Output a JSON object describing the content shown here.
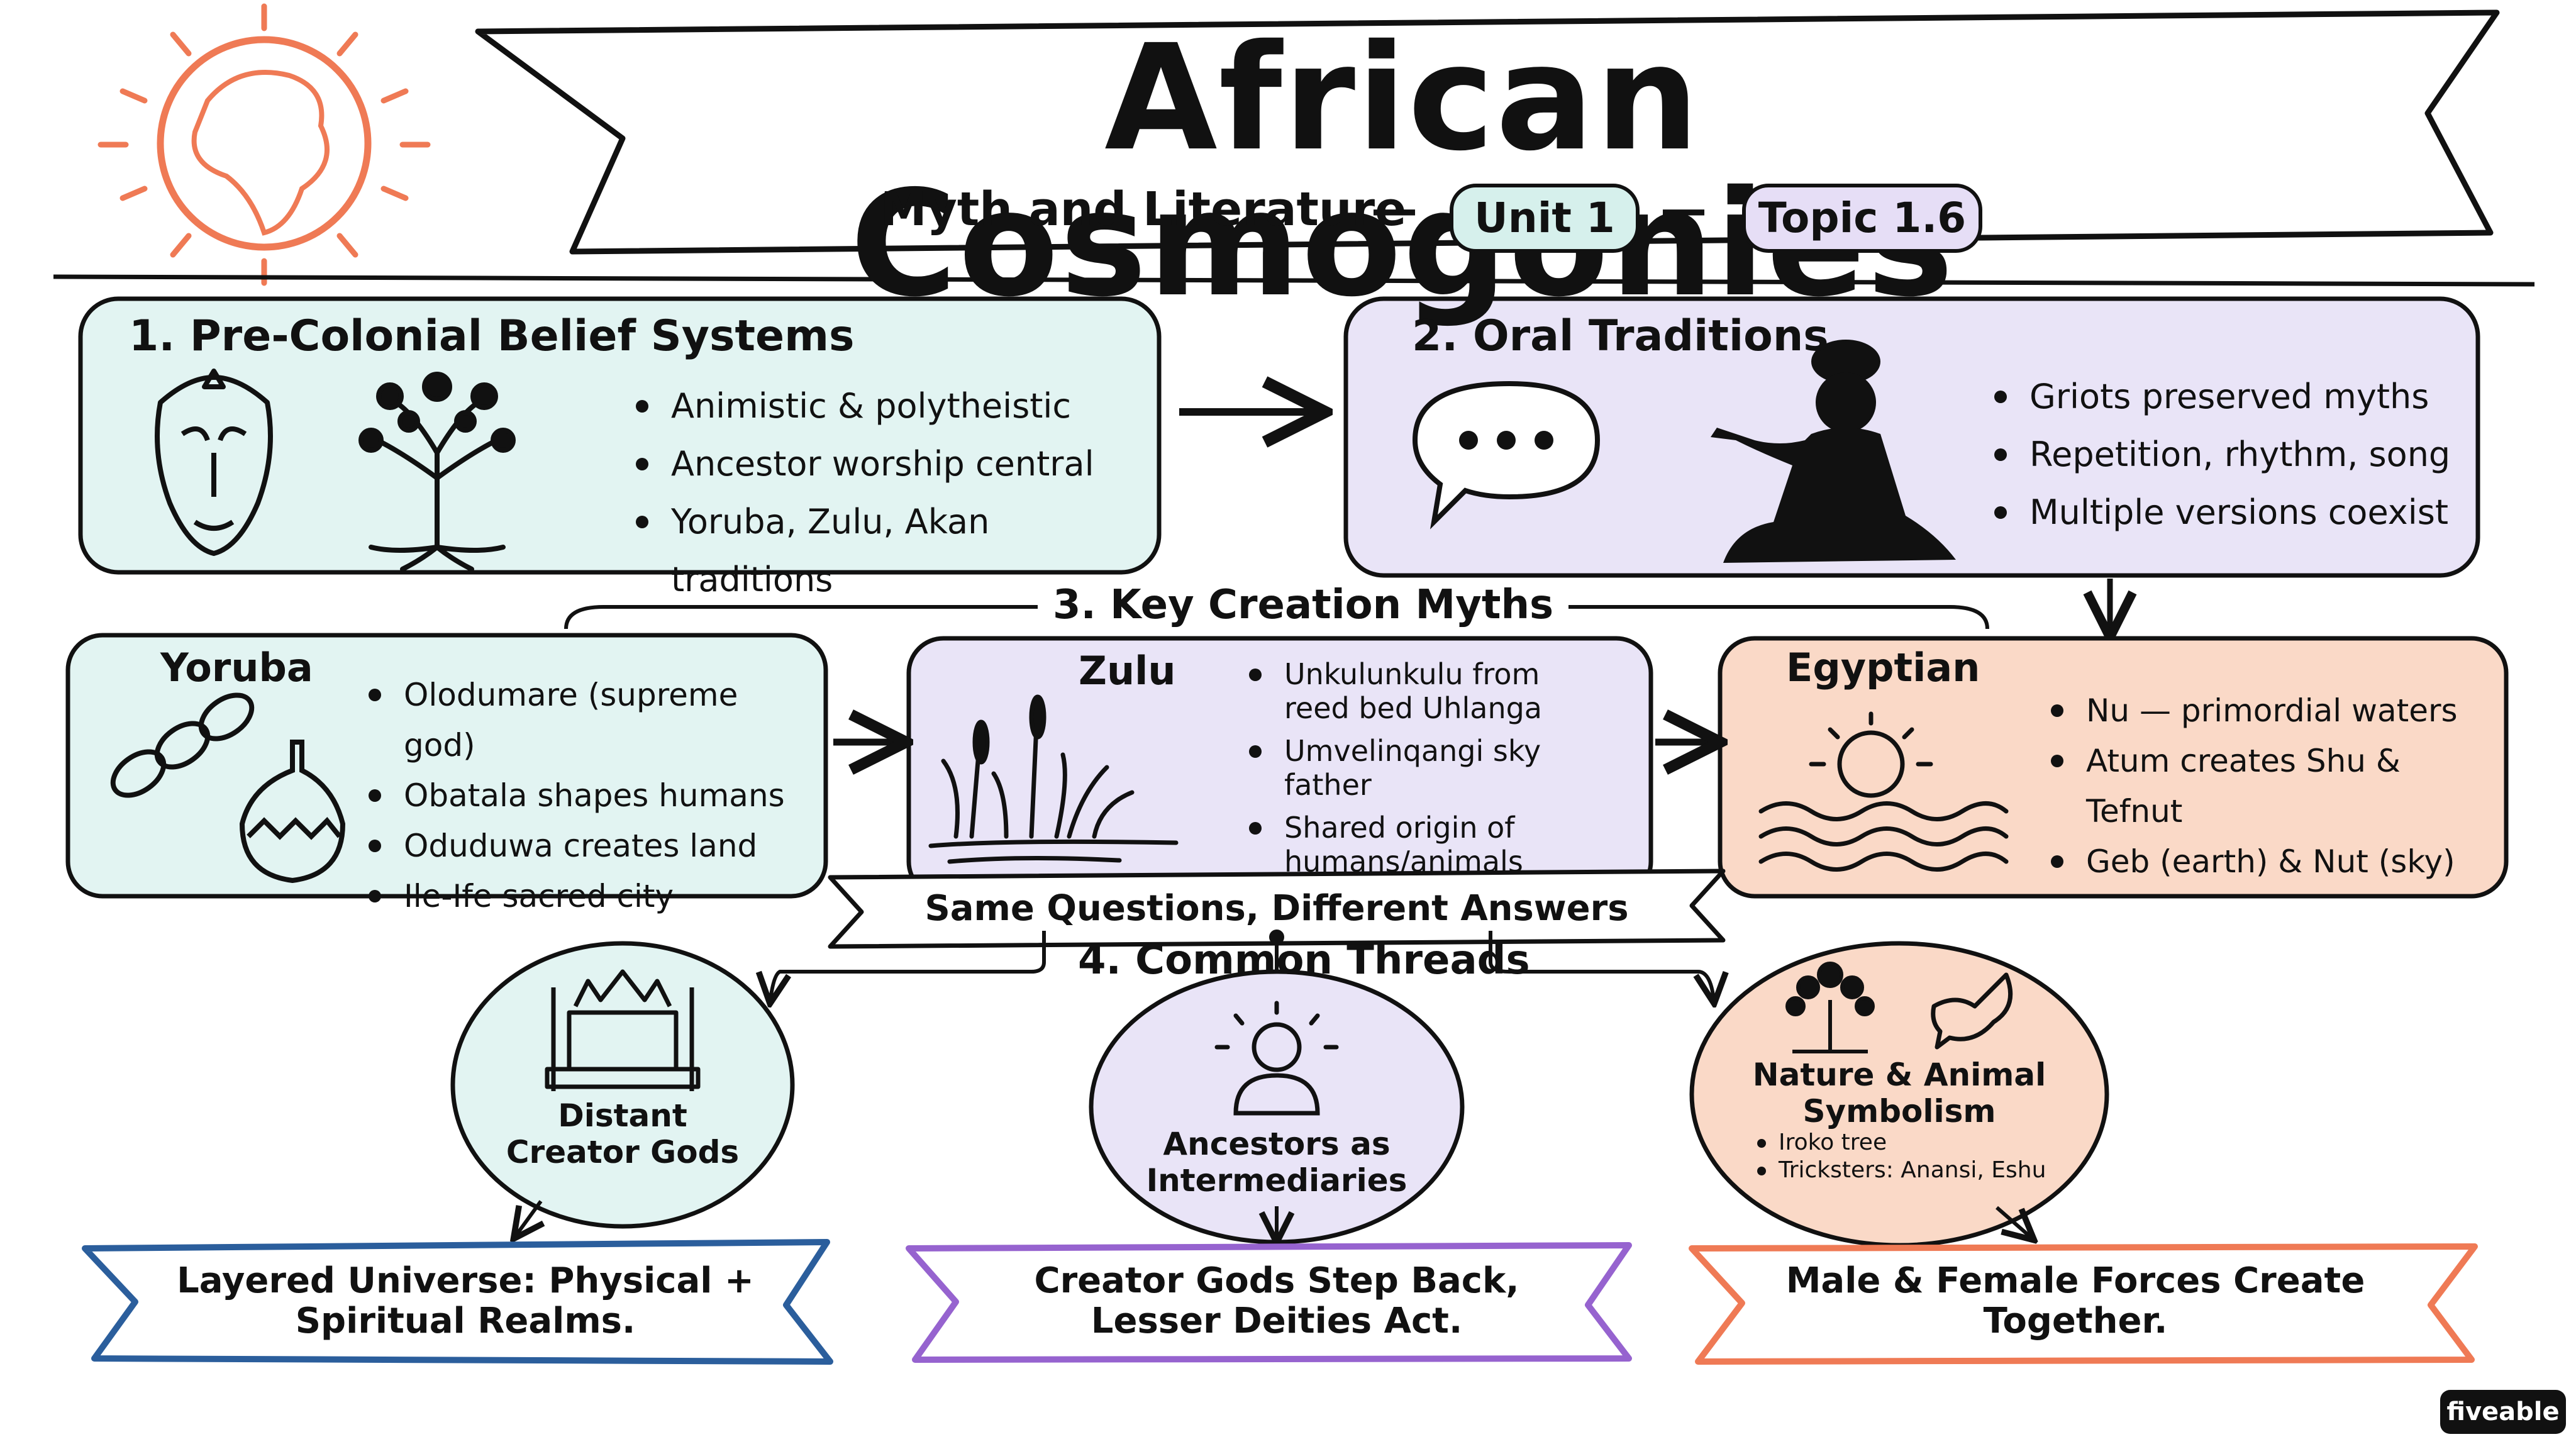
{
  "header": {
    "title": "African Cosmogonies",
    "subtitle": "Myth and Literature",
    "dash1": "—",
    "unit": "Unit 1",
    "dash2": "—",
    "topic": "Topic 1.6"
  },
  "section1": {
    "title": "1. Pre-Colonial Belief Systems",
    "bullets": [
      "Animistic & polytheistic",
      "Ancestor worship central",
      "Yoruba, Zulu, Akan traditions"
    ]
  },
  "section2": {
    "title": "2. Oral Traditions",
    "bullets": [
      "Griots preserved myths",
      "Repetition, rhythm, song",
      "Multiple versions coexist"
    ]
  },
  "section3": {
    "title": "3. Key Creation Myths",
    "yoruba": {
      "title": "Yoruba",
      "bullets": [
        "Olodumare (supreme god)",
        "Obatala shapes humans",
        "Oduduwa creates land",
        "Ile-Ife sacred city"
      ]
    },
    "zulu": {
      "title": "Zulu",
      "bullets": [
        "Unkulunkulu from reed bed Uhlanga",
        "Umvelinqangi sky father",
        "Shared origin of humans/animals"
      ]
    },
    "egyptian": {
      "title": "Egyptian",
      "bullets": [
        "Nu — primordial waters",
        "Atum creates Shu & Tefnut",
        "Geb (earth) & Nut (sky)"
      ]
    },
    "banner": "Same Questions, Different Answers"
  },
  "section4": {
    "title": "4. Common Threads",
    "circles": [
      {
        "label": "Distant Creator Gods"
      },
      {
        "label": "Ancestors as Intermediaries"
      },
      {
        "label": "Nature & Animal Symbolism",
        "bullets": [
          "Iroko tree",
          "Tricksters: Anansi, Eshu"
        ]
      }
    ],
    "ribbons": [
      {
        "text": "Layered Universe: Physical + Spiritual Realms."
      },
      {
        "text": "Creator Gods Step Back, Lesser Deities Act."
      },
      {
        "text": "Male & Female Forces Create Together."
      }
    ]
  },
  "brand": "fiveable",
  "colors": {
    "teal": "#e2f4f2",
    "lavender": "#e9e4f7",
    "peach": "#fad9c7",
    "sun": "#ef7a55",
    "blue_ribbon": "#2b5e9c",
    "purple_ribbon": "#9663cf",
    "orange_ribbon": "#ef7a55"
  },
  "icons": [
    "globe-sun-icon",
    "mask-icon",
    "tree-icon",
    "speech-bubble-icon",
    "griot-figure-icon",
    "chain-icon",
    "gourd-icon",
    "reeds-icon",
    "sun-waves-icon",
    "throne-icon",
    "person-glow-icon",
    "bird-icon"
  ]
}
